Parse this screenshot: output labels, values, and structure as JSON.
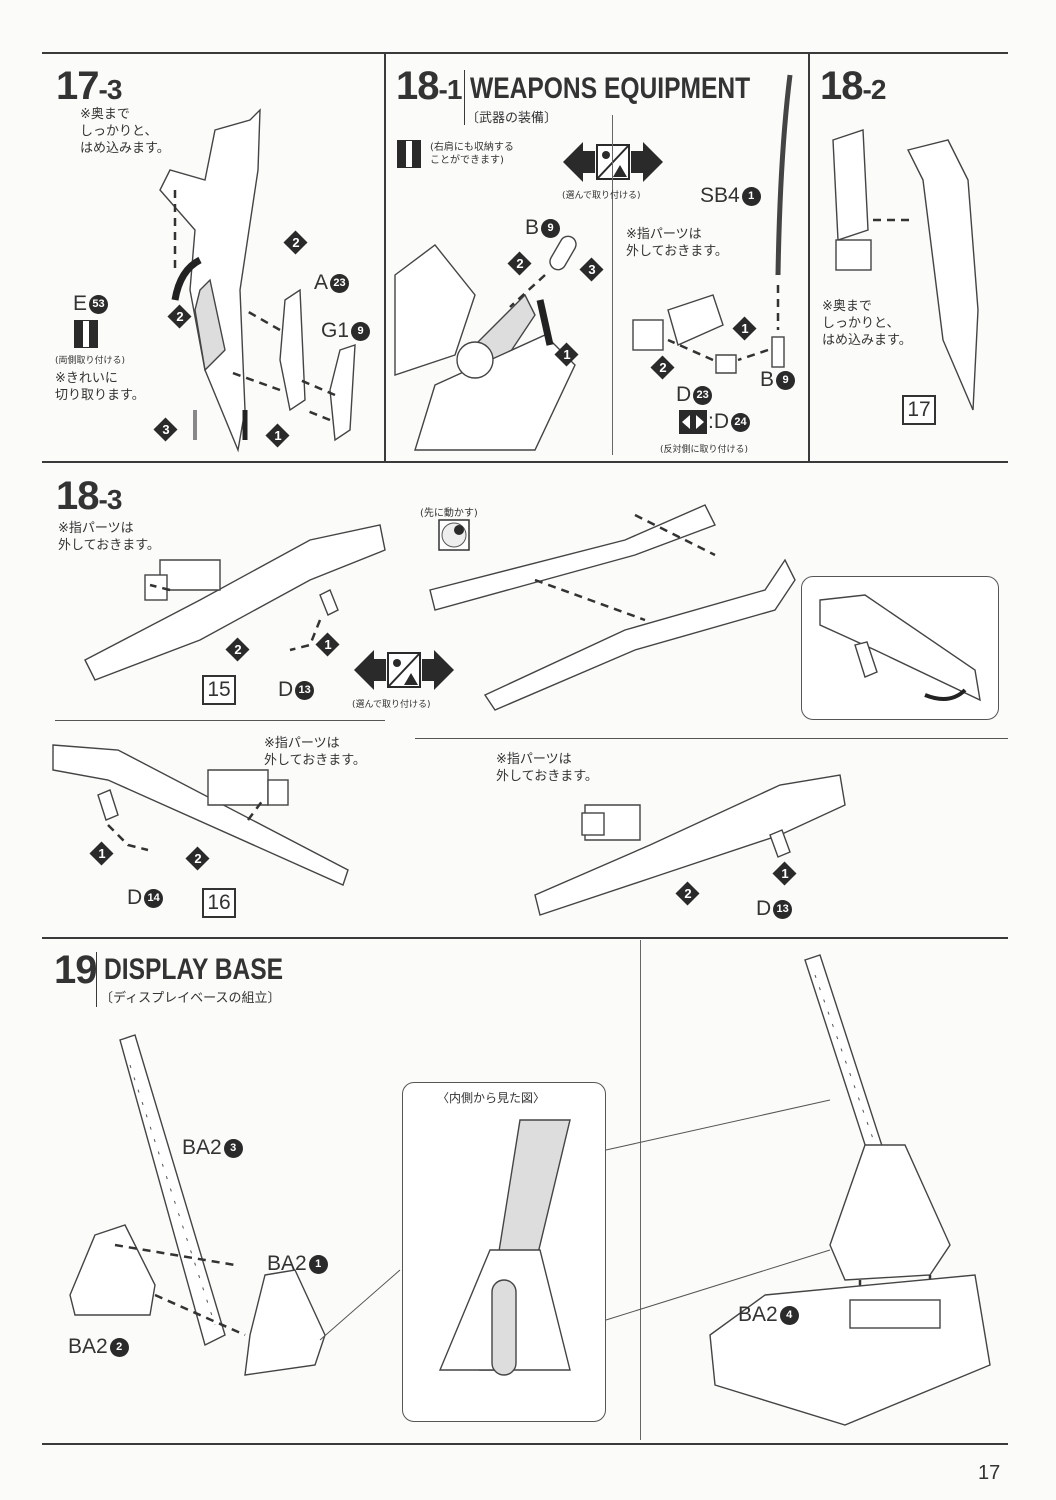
{
  "page_number": "17",
  "step_17_3": {
    "number": "17",
    "sub": "-3",
    "note_insert": "※奥まで\nしっかりと、\nはめ込みます。",
    "part_e": {
      "letter": "E",
      "num": "53"
    },
    "both_sides": "(両側取り付ける)",
    "note_cut": "※きれいに\n切り取ります。",
    "part_a": {
      "letter": "A",
      "num": "23"
    },
    "part_g": {
      "letter": "G1",
      "num": "9"
    },
    "steps": [
      "2",
      "2",
      "3",
      "1"
    ]
  },
  "step_18_1": {
    "number": "18",
    "sub": "-1",
    "title": "WEAPONS EQUIPMENT",
    "subtitle": "〔武器の装備〕",
    "note_shoulder": "(右肩にも収納する\nことができます)",
    "choose": "(選んで取り付ける)",
    "part_b_left": {
      "letter": "B",
      "num": "9"
    },
    "part_sb": {
      "letter": "SB4",
      "num": "1"
    },
    "note_finger": "※指パーツは\n外しておきます。",
    "part_b_right": {
      "letter": "B",
      "num": "9"
    },
    "part_d": {
      "letter": "D",
      "num": "23"
    },
    "part_d_alt": {
      "letter": ":D",
      "num": "24"
    },
    "opposite": "(反対側に取り付ける)",
    "steps": [
      "2",
      "3",
      "1",
      "1",
      "2"
    ]
  },
  "step_18_2": {
    "number": "18",
    "sub": "-2",
    "note_insert": "※奥まで\nしっかりと、\nはめ込みます。",
    "ref_box": "17"
  },
  "step_18_3": {
    "number": "18",
    "sub": "-3",
    "note_finger_1": "※指パーツは\n外しておきます。",
    "ref_box_1": "15",
    "part_d1": {
      "letter": "D",
      "num": "13"
    },
    "choose": "(選んで取り付ける)",
    "move_first": "(先に動かす)",
    "note_finger_2": "※指パーツは\n外しておきます。",
    "part_d2": {
      "letter": "D",
      "num": "14"
    },
    "ref_box_2": "16",
    "note_finger_3": "※指パーツは\n外しておきます。",
    "part_d3": {
      "letter": "D",
      "num": "13"
    },
    "steps": [
      "2",
      "1",
      "1",
      "2",
      "2",
      "1"
    ]
  },
  "step_19": {
    "number": "19",
    "title": "DISPLAY BASE",
    "subtitle": "〔ディスプレイベースの組立〕",
    "part_ba3": {
      "letter": "BA2",
      "num": "3"
    },
    "part_ba1": {
      "letter": "BA2",
      "num": "1"
    },
    "part_ba2": {
      "letter": "BA2",
      "num": "2"
    },
    "inside_view": "〈内側から見た図〉",
    "part_ba4": {
      "letter": "BA2",
      "num": "4"
    }
  }
}
